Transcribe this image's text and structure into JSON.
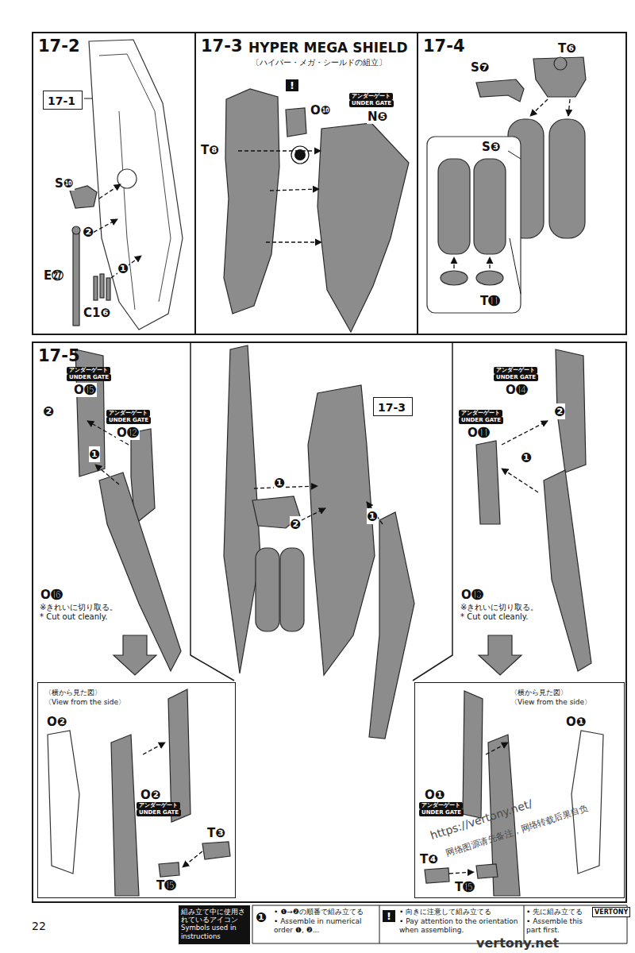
{
  "diagram": {
    "nodes": [
      {
        "text": [
          "17-2"
        ]
      },
      {
        "text": [
          "17-1"
        ],
        "in": 0
      },
      {
        "text": [
          "17-3",
          "HYPER MEGA SHIELD",
          "〔ハイパー・メガ・シールドの組立〕"
        ]
      },
      {
        "text": [
          "17-4"
        ]
      },
      {
        "text": [
          "17-5"
        ]
      },
      {
        "text": [
          "17-3"
        ],
        "in": 4
      },
      {
        "text": [
          "〈横から見た図〉",
          "〈View from the side〉"
        ],
        "in": 4
      },
      {
        "text": [
          "〈横から見た図〉",
          "〈View from the side〉"
        ],
        "in": 4
      },
      {
        "text": [
          "組み立て中に使用されているアイコン",
          "Symbols used in instructions"
        ]
      }
    ],
    "labels": [
      "S❿",
      "❷",
      "E㉗",
      "C1❻",
      "❶",
      "!",
      "O❿",
      "アンダーゲート",
      "UNDER GATE",
      "N❺",
      "T❽",
      "T❻",
      "S❼",
      "S❸",
      "T⓫",
      "アンダーゲート",
      "UNDER GATE",
      "O⓯",
      "❷",
      "アンダーゲート",
      "UNDER GATE",
      "O⓬",
      "❶",
      "O⓰",
      "※きれいに切り取る。",
      "* Cut out cleanly.",
      "❶",
      "❷",
      "❶",
      "アンダーゲート",
      "UNDER GATE",
      "O⓮",
      "アンダーゲート",
      "UNDER GATE",
      "O⓫",
      "❷",
      "❶",
      "O⓭",
      "※きれいに切り取る。",
      "* Cut out cleanly.",
      "O❷",
      "O❷",
      "アンダーゲート",
      "UNDER GATE",
      "T❸",
      "T⓯",
      "O❶",
      "O❶",
      "アンダーゲート",
      "UNDER GATE",
      "T❹",
      "T⓯",
      "22",
      "❶",
      "• ❶→❷の順番で組み立てる",
      "• Assemble in numerical order ❶, ❷...",
      "!",
      "• 向きに注意して組み立てる",
      "• Pay attention to the orientation when assembling.",
      "• 先に組み立てる",
      "• Assemble this part first.",
      "VERTONY",
      "https://vertony.net/",
      "网络图源请先备注，网络转载后果自负",
      "vertony.net"
    ]
  }
}
